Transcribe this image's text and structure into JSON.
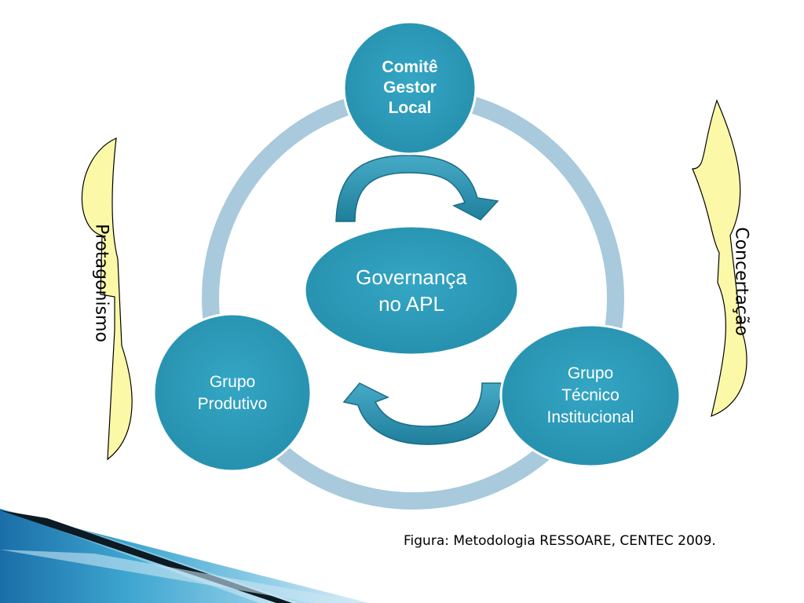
{
  "colors": {
    "node_fill": "#2b9ab8",
    "ring": "#a9c9dc",
    "arrow_fill": "#2a8ca8",
    "banner_fill": "#fbf9a8",
    "corner_blue": "#1f7fb5"
  },
  "diagram": {
    "nodes": {
      "comite": [
        "Comitê",
        "Gestor",
        "Local"
      ],
      "governanca": [
        "Governança",
        "no APL"
      ],
      "produtivo": [
        "Grupo",
        "Produtivo"
      ],
      "tecnico": [
        "Grupo",
        "Técnico",
        "Institucional"
      ]
    },
    "left_banner": "Protagonismo",
    "right_banner": "Concertação"
  },
  "caption": "Figura: Metodologia RESSOARE, CENTEC 2009."
}
